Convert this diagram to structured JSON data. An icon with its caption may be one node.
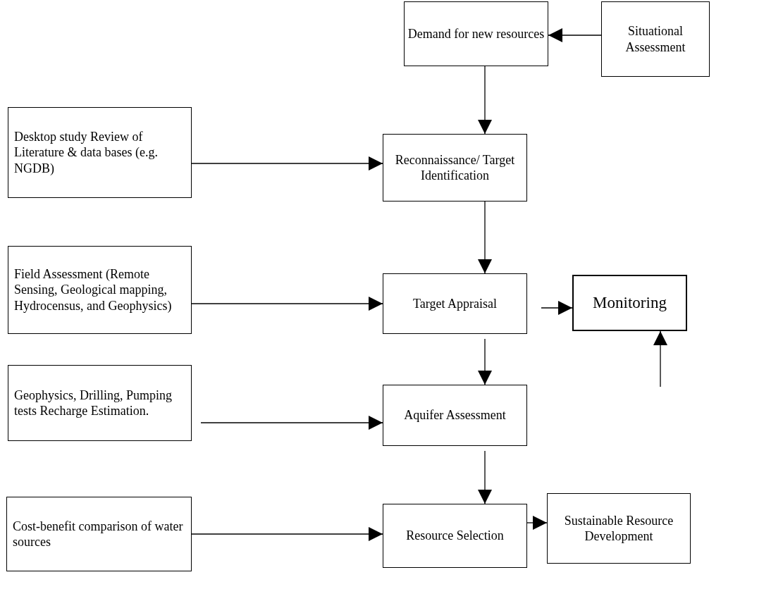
{
  "diagram": {
    "nodes": [
      {
        "text": [
          "Demand for new resources"
        ]
      },
      {
        "text": [
          "Situational Assessment"
        ]
      },
      {
        "text": [
          "Desktop study Review of Literature & data bases (e.g. NGDB)"
        ]
      },
      {
        "text": [
          "Reconnaissance/ Target Identification"
        ]
      },
      {
        "text": [
          "Field Assessment (Remote Sensing, Geological mapping, Hydrocensus, and Geophysics)"
        ]
      },
      {
        "text": [
          "Target Appraisal"
        ]
      },
      {
        "text": [
          "Monitoring"
        ]
      },
      {
        "text": [
          "Geophysics, Drilling, Pumping tests Recharge Estimation."
        ]
      },
      {
        "text": [
          "Aquifer Assessment"
        ]
      },
      {
        "text": [
          "Cost-benefit comparison of water sources"
        ]
      },
      {
        "text": [
          "Resource Selection"
        ]
      },
      {
        "text": [
          "Sustainable Resource Development"
        ]
      }
    ],
    "edges": [
      {
        "from": 1,
        "to": 0,
        "arrow": "to"
      },
      {
        "from": 0,
        "to": 3,
        "arrow": "to"
      },
      {
        "from": 2,
        "to": 3,
        "arrow": "to"
      },
      {
        "from": 3,
        "to": 5,
        "arrow": "to"
      },
      {
        "from": 4,
        "to": 5,
        "arrow": "to"
      },
      {
        "from": null,
        "to": 6,
        "arrow": "to"
      },
      {
        "from": null,
        "to": 6,
        "arrow": "to"
      },
      {
        "from": 5,
        "to": 8,
        "arrow": "to"
      },
      {
        "from": 7,
        "to": 8,
        "arrow": "to"
      },
      {
        "from": 8,
        "to": 10,
        "arrow": "to"
      },
      {
        "from": 9,
        "to": 10,
        "arrow": "to"
      },
      {
        "from": 10,
        "to": 11,
        "arrow": "to"
      }
    ]
  }
}
